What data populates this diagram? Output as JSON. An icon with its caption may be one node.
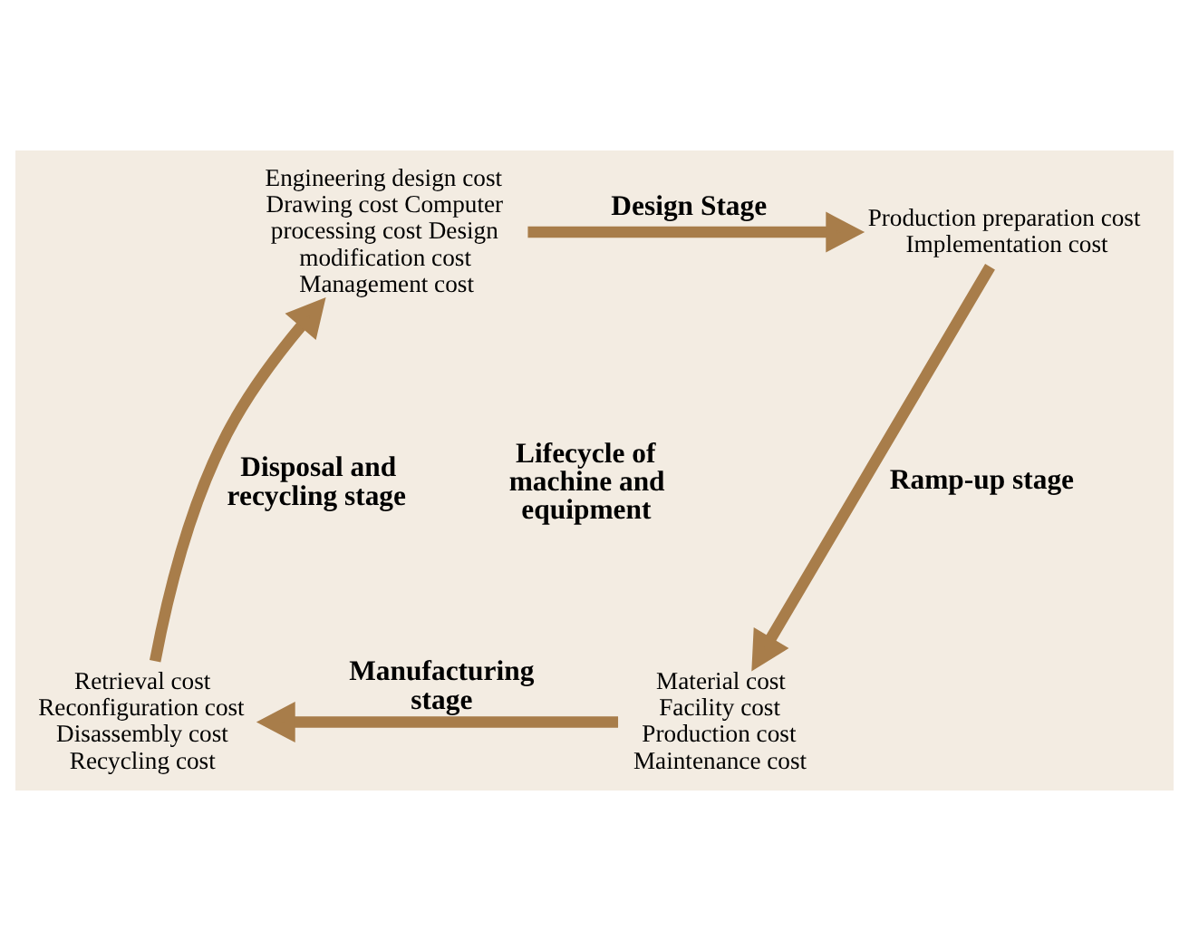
{
  "diagram": {
    "nodes": [
      {
        "text": [
          "Engineering design cost Drawing cost Computer processing cost Design modification cost Management cost"
        ]
      },
      {
        "text": [
          "Production preparation cost Implementation cost"
        ]
      },
      {
        "text": [
          "Material cost Facility cost Production cost Maintenance cost"
        ]
      },
      {
        "text": [
          "Retrieval cost Reconfiguration cost Disassembly cost Recycling cost"
        ]
      }
    ],
    "edges": [
      {
        "from": 0,
        "to": 1,
        "arrow": "to",
        "label": "Design Stage"
      },
      {
        "from": 1,
        "to": 2,
        "arrow": "to",
        "label": "Ramp-up stage"
      },
      {
        "from": 2,
        "to": 3,
        "arrow": "to",
        "label": "Manufacturing stage"
      },
      {
        "from": 3,
        "to": 0,
        "arrow": "to",
        "label": "Disposal and recycling stage"
      }
    ],
    "labels": [
      "Lifecycle of machine and equipment"
    ]
  }
}
